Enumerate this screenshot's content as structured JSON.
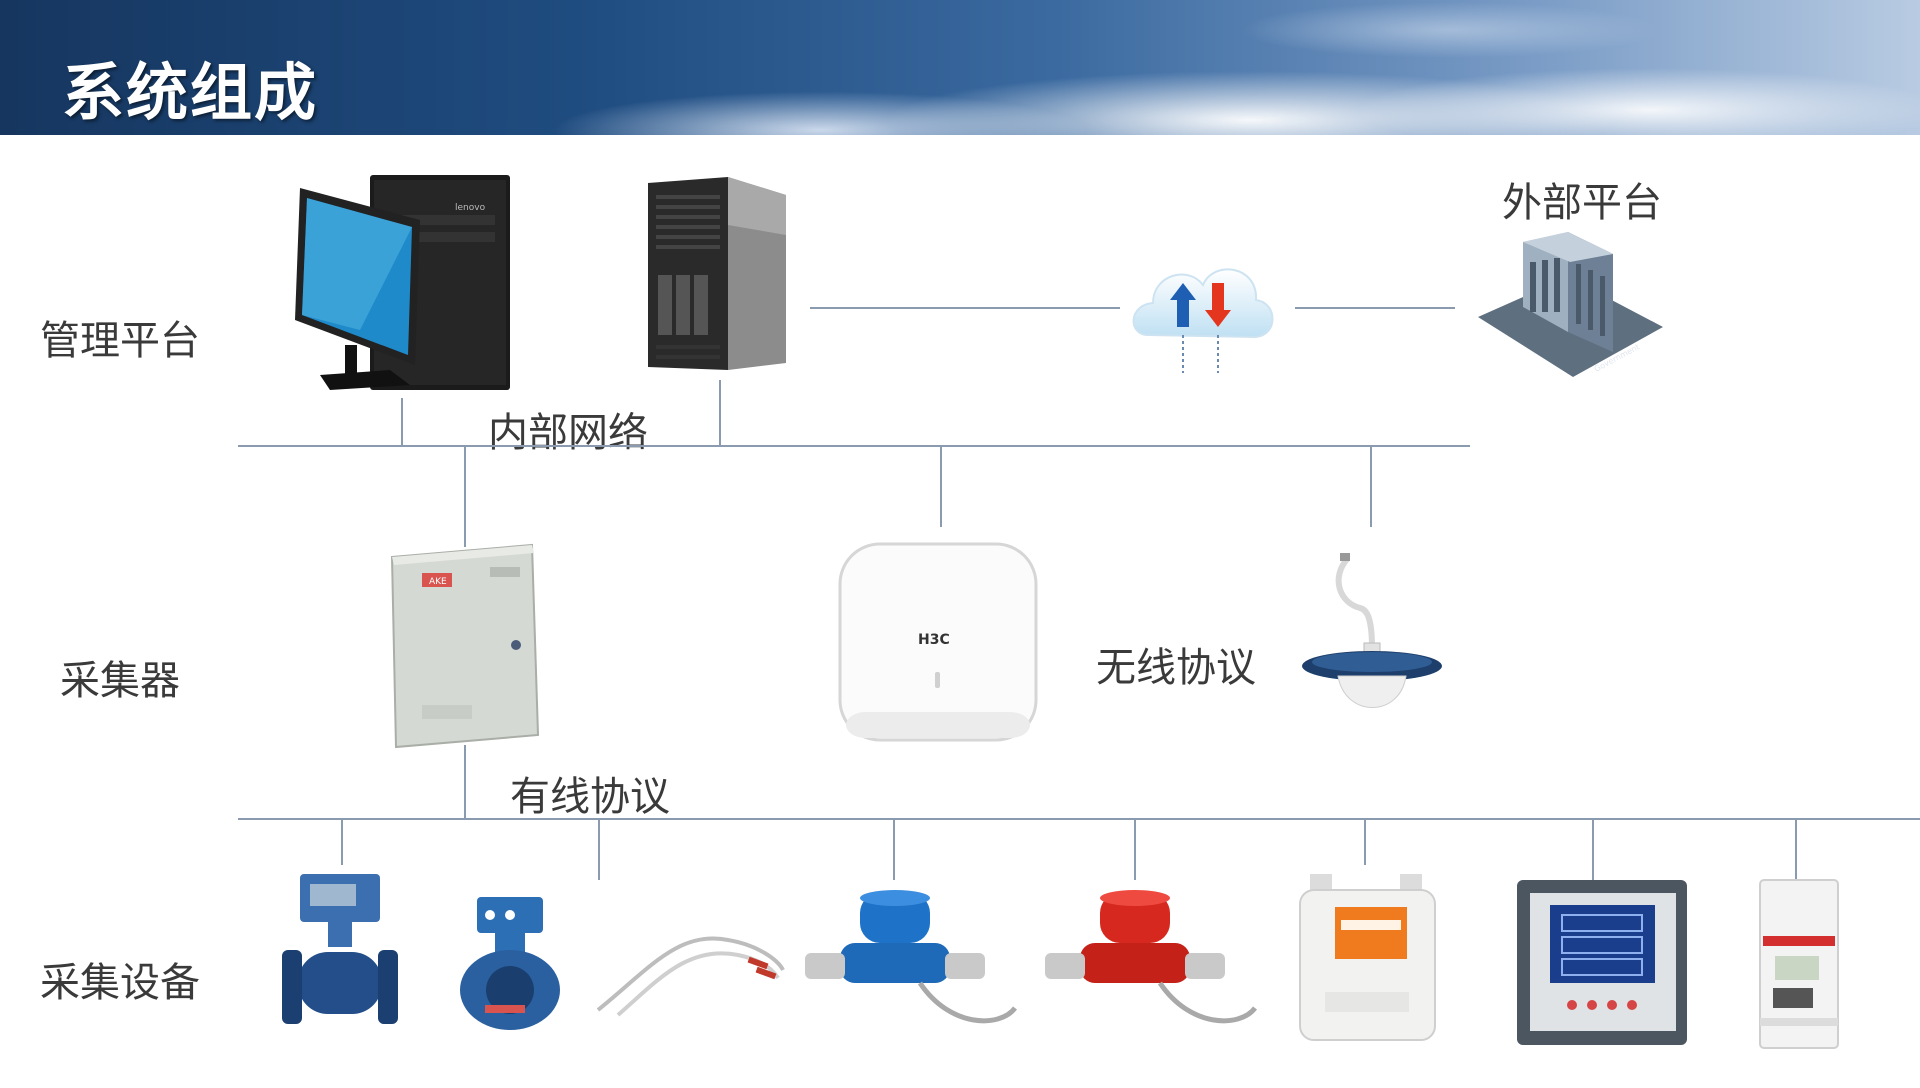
{
  "header": {
    "title": "系统组成"
  },
  "rows": {
    "platform": "管理平台",
    "collector": "采集器",
    "devices": "采集设备"
  },
  "labels": {
    "external": "外部平台",
    "internal_network": "内部网络",
    "wireless": "无线协议",
    "wired": "有线协议"
  },
  "device_text": {
    "pc_brand": "lenovo",
    "ap_brand": "H3C",
    "box_brand": "AKE",
    "building_label": "Government"
  },
  "colors": {
    "line": "#8a9bb0",
    "text": "#3a3a3a",
    "banner_dark": "#16365f"
  },
  "icons": [
    "desktop-pc-icon",
    "tower-server-icon",
    "cloud-exchange-icon",
    "office-building-icon",
    "collector-box-icon",
    "wireless-ap-icon",
    "ceiling-antenna-icon",
    "flowmeter-icon",
    "temperature-probe-icon",
    "blue-water-meter-icon",
    "red-water-meter-icon",
    "gas-meter-icon",
    "power-meter-icon",
    "din-rail-meter-icon"
  ]
}
